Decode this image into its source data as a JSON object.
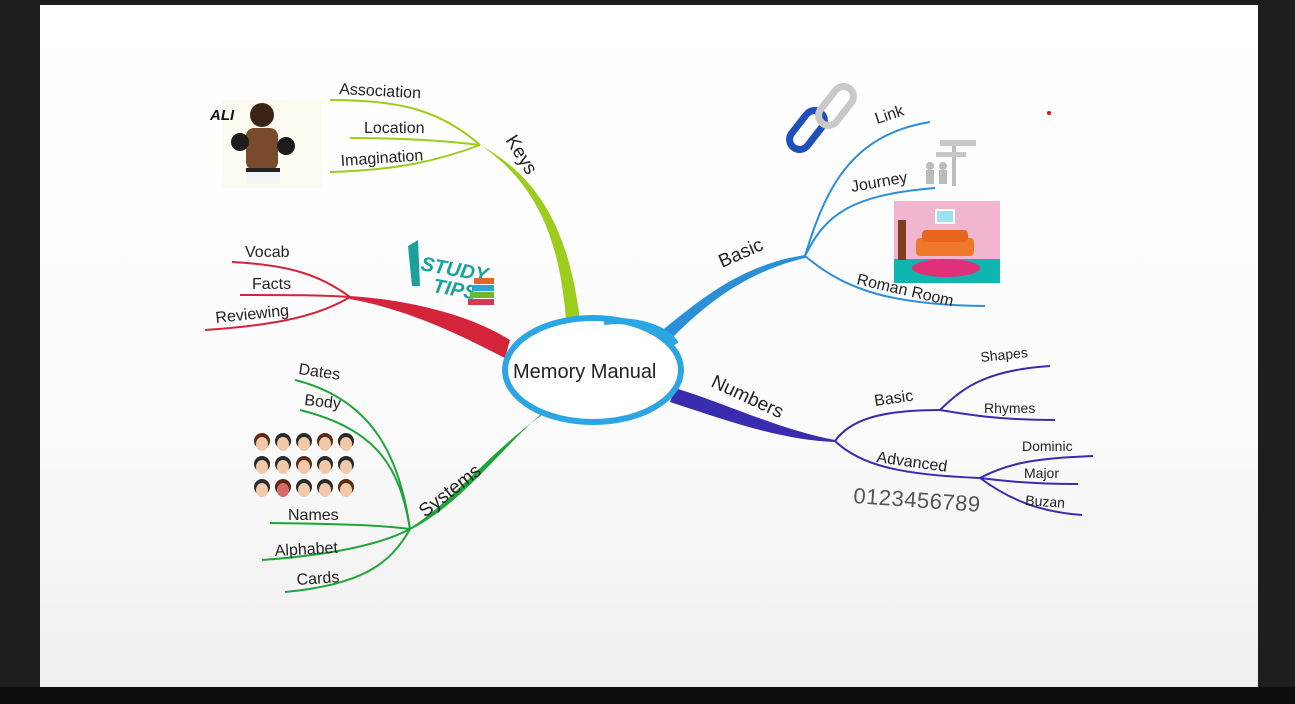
{
  "center": {
    "label": "Memory Manual"
  },
  "colors": {
    "keys": "#9ccc1c",
    "basic": "#2a8fd6",
    "numbers": "#3a2cae",
    "study": "#d4243a",
    "systems": "#1fa43a",
    "center_ring": "#2ba6e3"
  },
  "branches": {
    "keys": {
      "label": "Keys",
      "leaves": [
        "Association",
        "Location",
        "Imagination"
      ],
      "badge": "ALI",
      "icon": "boxer-photo"
    },
    "basic": {
      "label": "Basic",
      "leaves": [
        "Link",
        "Journey",
        "Roman Room"
      ],
      "icons": [
        "chain-link-icon",
        "signpost-icon",
        "living-room-picture"
      ]
    },
    "numbers": {
      "label": "Numbers",
      "sub": [
        {
          "label": "Basic",
          "leaves": [
            "Shapes",
            "Rhymes"
          ]
        },
        {
          "label": "Advanced",
          "leaves": [
            "Dominic",
            "Major",
            "Buzan"
          ]
        }
      ],
      "digits": "0123456789"
    },
    "study": {
      "leaves": [
        "Vocab",
        "Facts",
        "Reviewing"
      ],
      "logo_lines": [
        "STUDY",
        "TIPS"
      ]
    },
    "systems": {
      "label": "Systems",
      "leaves": [
        "Dates",
        "Body",
        "Names",
        "Alphabet",
        "Cards"
      ],
      "icon": "faces-grid"
    }
  }
}
